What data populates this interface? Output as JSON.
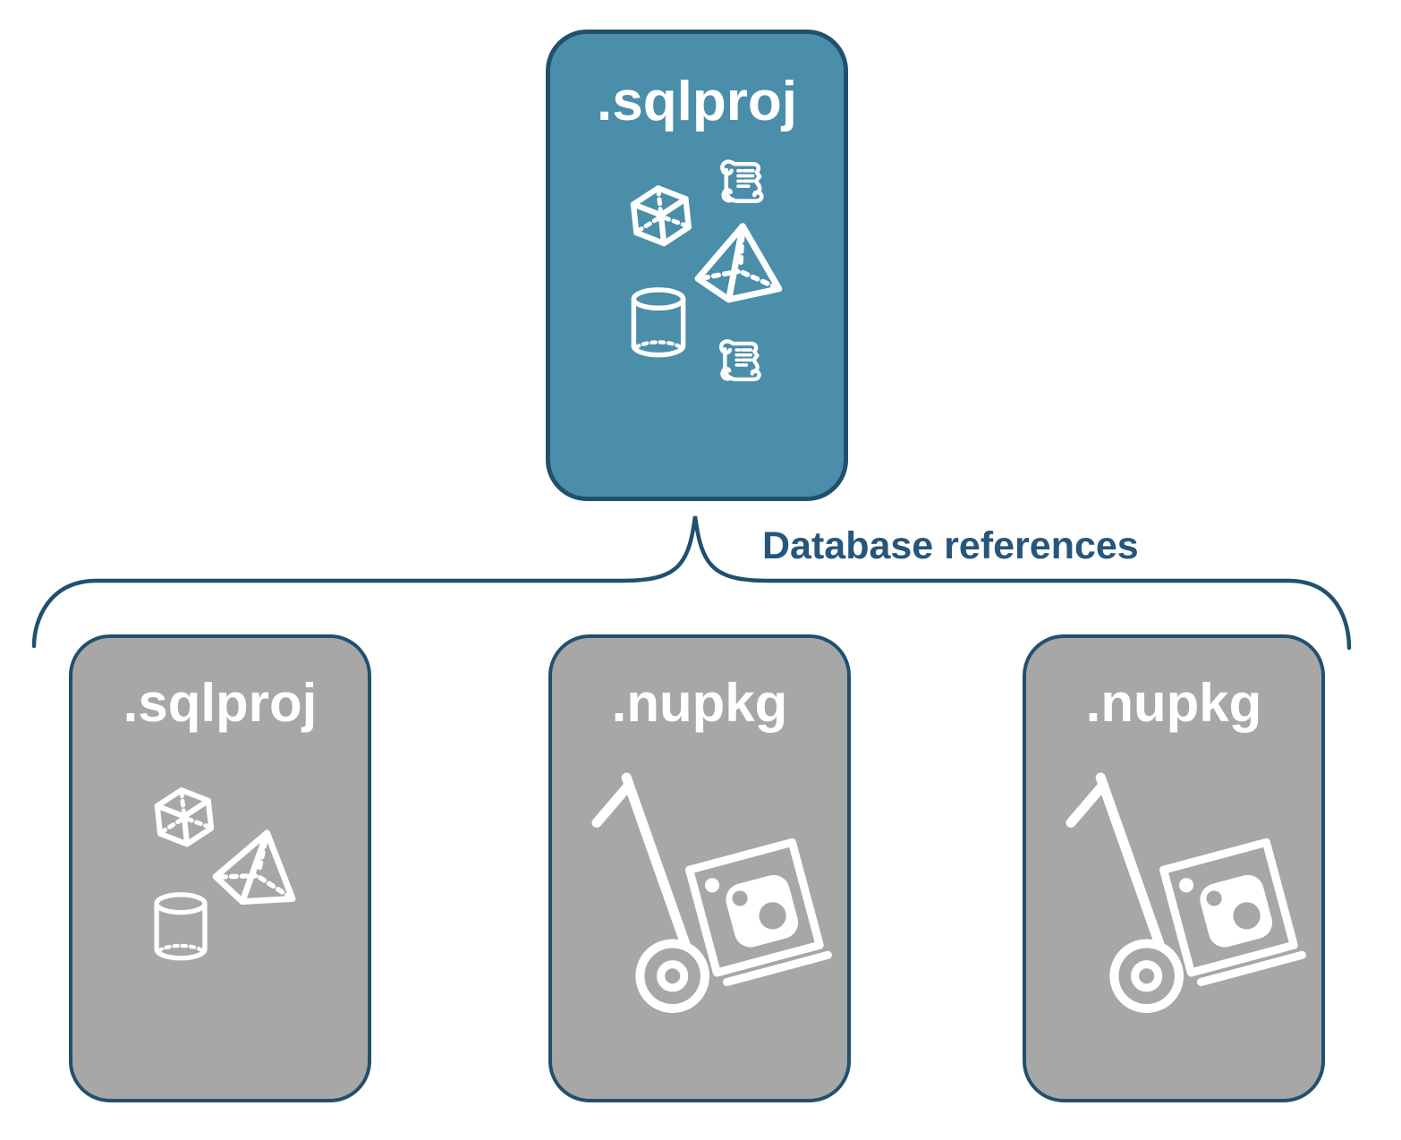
{
  "root_node": {
    "label": ".sqlproj",
    "icons": [
      "cube-icon",
      "script-scroll-icon",
      "pyramid-icon",
      "cylinder-icon",
      "script-scroll-icon"
    ]
  },
  "connector": {
    "label": "Database references"
  },
  "child_nodes": [
    {
      "label": ".sqlproj",
      "icons": [
        "cube-icon",
        "pyramid-icon",
        "cylinder-icon"
      ]
    },
    {
      "label": ".nupkg",
      "icons": [
        "nuget-handtruck-icon"
      ]
    },
    {
      "label": ".nupkg",
      "icons": [
        "nuget-handtruck-icon"
      ]
    }
  ],
  "colors": {
    "root_fill": "#4A8EAA",
    "node_border": "#21506F",
    "child_fill": "#A7A7A7",
    "connector_text": "#26567C",
    "icon_stroke": "#FFFFFF",
    "background": "#FFFFFF"
  }
}
